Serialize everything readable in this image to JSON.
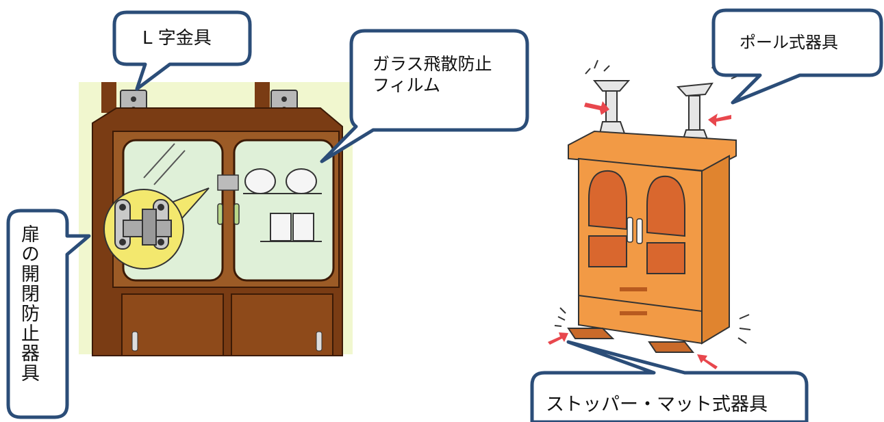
{
  "labels": {
    "l_bracket": "L 字金具",
    "glass_film": "ガラス飛散防止\nフィルム",
    "door_lock": "扉の開閉防止器具",
    "pole_device": "ポール式器具",
    "stopper_mat": "ストッパー・マット式器具"
  },
  "colors": {
    "callout_border": "#2b4d78",
    "left_background": "#f1f7cf",
    "left_wood": "#7a3c14",
    "glass": "#dff0d8",
    "right_wood": "#f29a45",
    "right_panel": "#d9672e",
    "arrow": "#e8474d"
  }
}
